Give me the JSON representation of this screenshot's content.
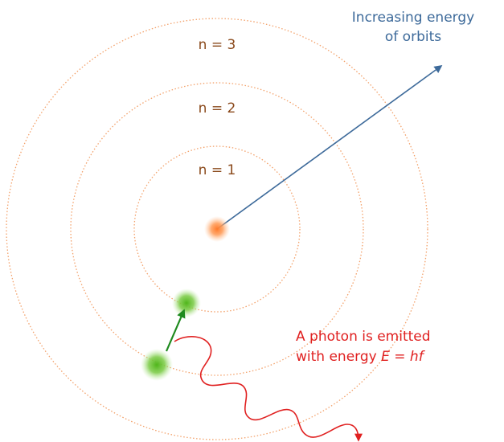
{
  "orbits": [
    {
      "label": "n = 1"
    },
    {
      "label": "n = 2"
    },
    {
      "label": "n = 3"
    }
  ],
  "energy_label": {
    "line1": "Increasing energy",
    "line2": "of orbits"
  },
  "photon_label": {
    "line1": "A photon is emitted",
    "line2_prefix": "with energy ",
    "E": "E",
    "equals": " = ",
    "hf": "hf"
  },
  "colors": {
    "orbit": "#f3a16a",
    "nucleus": "#ff8a3a",
    "electron": "#5ec028",
    "transition_arrow": "#1e8a1e",
    "energy_arrow": "#3d6a9a",
    "photon_wave": "#e02020",
    "orbit_label": "#8b4a1c"
  }
}
